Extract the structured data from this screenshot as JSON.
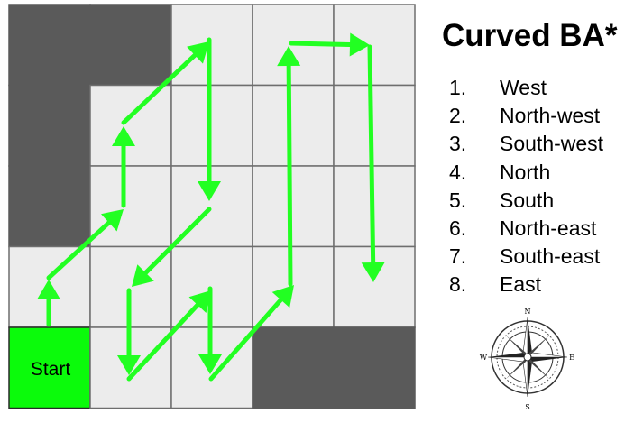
{
  "diagram": {
    "start_label": "Start",
    "colors": {
      "cell": "#ececec",
      "cell_border": "#6e6e6e",
      "obstacle": "#5a5a5a",
      "start": "#0bfb0b",
      "path": "#22ff22"
    },
    "grid": {
      "cols": 5,
      "rows": 5,
      "obstacles": [
        [
          0,
          0
        ],
        [
          1,
          0
        ],
        [
          0,
          1
        ],
        [
          0,
          2
        ],
        [
          3,
          4
        ],
        [
          4,
          4
        ]
      ],
      "start_cell": [
        0,
        4
      ]
    }
  },
  "panel": {
    "title": "Curved BA*",
    "directions": [
      {
        "num": "1.",
        "label": "West"
      },
      {
        "num": "2.",
        "label": "North-west"
      },
      {
        "num": "3.",
        "label": "South-west"
      },
      {
        "num": "4.",
        "label": "North"
      },
      {
        "num": "5.",
        "label": "South"
      },
      {
        "num": "6.",
        "label": "North-east"
      },
      {
        "num": "7.",
        "label": "South-east"
      },
      {
        "num": "8.",
        "label": "East"
      }
    ],
    "compass": {
      "icon": "compass-rose-icon",
      "n": "N",
      "s": "S",
      "e": "E",
      "w": "W"
    }
  }
}
